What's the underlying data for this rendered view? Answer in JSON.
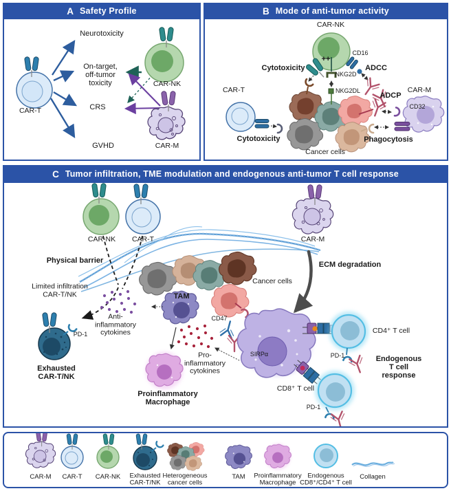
{
  "colors": {
    "panel_border": "#2b53a7",
    "header_bg": "#2b53a7",
    "header_text": "#ffffff",
    "arrow_blue": "#2d5d9e",
    "arrow_teal": "#1f6257",
    "arrow_purple": "#6b3fa0",
    "antibody_crimson": "#b2526b",
    "cd47_antibody_blue": "#2d6fa8",
    "car_t_fill": "#dcebf9",
    "car_nk_fill": "#b5d7ae",
    "car_m_fill": "#dbd5ee",
    "exhausted_fill": "#2f6b8c",
    "tam_fill": "#8d89c4",
    "proinflammatory_fill": "#dfabe2",
    "t_cell_glow": "#54bee4",
    "anti_inflammatory_dots": "#7b4fa0",
    "pro_inflammatory_dots": "#a8243c",
    "collagen": "#6aaede",
    "sirpa_red": "#c8372f"
  },
  "panelA": {
    "letter": "A",
    "title": "Safety Profile",
    "labels": {
      "neurotoxicity": "Neurotoxicity",
      "on_target": "On-target,\noff-tumor\ntoxicity",
      "crs": "CRS",
      "gvhd": "GVHD",
      "car_t": "CAR-T",
      "car_nk": "CAR-NK",
      "car_m": "CAR-M"
    }
  },
  "panelB": {
    "letter": "B",
    "title": "Mode of anti-tumor activity",
    "labels": {
      "car_nk": "CAR-NK",
      "plus_plus": "++",
      "cd16": "CD16",
      "cytotoxicity_top": "Cytotoxicity",
      "nkg2d": "NKG2D",
      "nkg2dl": "NKG2DL",
      "adcc": "ADCC",
      "adcp": "ADCP",
      "car_m": "CAR-M",
      "cd32": "CD32",
      "car_t": "CAR-T",
      "cytotoxicity_bottom": "Cytotoxicity",
      "phagocytosis": "Phagocytosis",
      "cancer_cells": "Cancer cells"
    }
  },
  "panelC": {
    "letter": "C",
    "title": "Tumor infiltration, TME modulation and endogenous anti-tumor T cell response",
    "labels": {
      "car_nk": "CAR-NK",
      "car_t": "CAR-T",
      "car_m": "CAR-M",
      "physical_barrier": "Physical barrier",
      "ecm_degradation": "ECM degradation",
      "cancer_cells": "Cancer cells",
      "limited_infiltration": "Limited infiltration\nCAR-T/NK",
      "tam": "TAM",
      "anti_cytokines": "Anti-\ninflammatory\ncytokines",
      "pd1_exhausted": "PD-1",
      "exhausted": "Exhausted\nCAR-T/NK",
      "pro_cytokines": "Pro-\ninflammatory\ncytokines",
      "proinflammatory": "Proinflammatory\nMacrophage",
      "cd47": "CD47",
      "sirpa": "SIRPα",
      "cd4_t_cell": "CD4⁺ T cell",
      "pd1_cd4": "PD-1",
      "endogenous_response": "Endogenous\nT cell response",
      "cd8_t_cell": "CD8⁺ T cell",
      "pd1_cd8": "PD-1"
    }
  },
  "legend": {
    "items": [
      {
        "label": "CAR-M"
      },
      {
        "label": "CAR-T"
      },
      {
        "label": "CAR-NK"
      },
      {
        "label": "Exhausted\nCAR-T/NK"
      },
      {
        "label": "Heterogeneous\ncancer cells"
      },
      {
        "label": "TAM"
      },
      {
        "label": "Proinflammatory\nMacrophage"
      },
      {
        "label": "Endogenous\nCD8⁺/CD4⁺ T cell"
      },
      {
        "label": "Collagen"
      }
    ]
  }
}
